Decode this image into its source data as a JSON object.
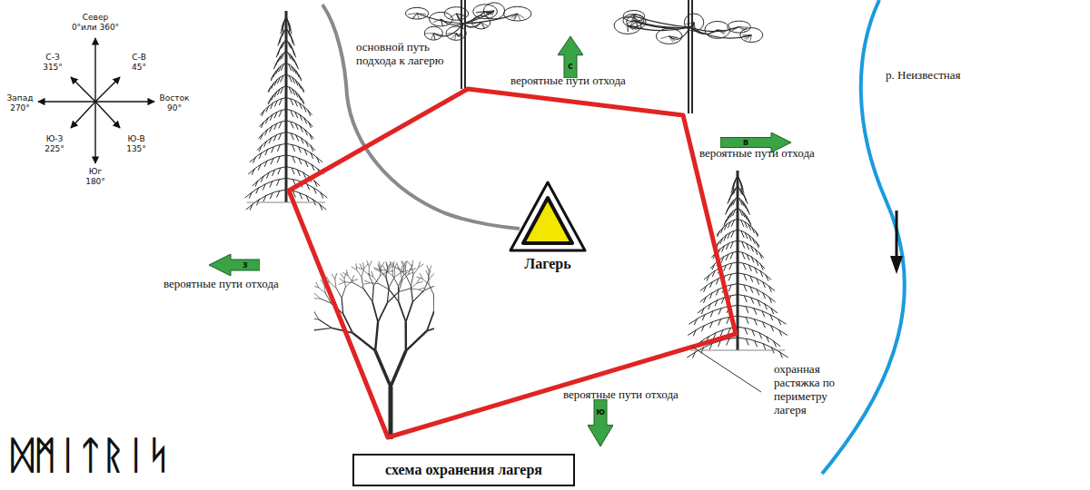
{
  "diagram": {
    "nodes": [
      {
        "text": [
          "с"
        ]
      },
      {
        "text": [
          "в"
        ]
      },
      {
        "text": [
          "Лагерь"
        ]
      },
      {
        "text": [
          "з"
        ]
      },
      {
        "text": [
          "ю"
        ]
      },
      {
        "text": [
          "схема охранения лагеря"
        ]
      }
    ],
    "labels": [
      "Север",
      "0°или 360°",
      "С-З",
      "315°",
      "С-В",
      "45°",
      "Запад",
      "270°",
      "Восток",
      "90°",
      "Ю-З",
      "225°",
      "Ю-В",
      "135°",
      "Юг",
      "180°",
      "основной путь подхода к лагерю",
      "вероятные пути отхода",
      "вероятные пути отхода",
      "вероятные пути отхода",
      "вероятные пути отхода",
      "р. Неизвестная",
      "охранная растяжка по периметру лагеря",
      "ᛞᛗᛁᛏᚱᛁᛋ"
    ]
  }
}
